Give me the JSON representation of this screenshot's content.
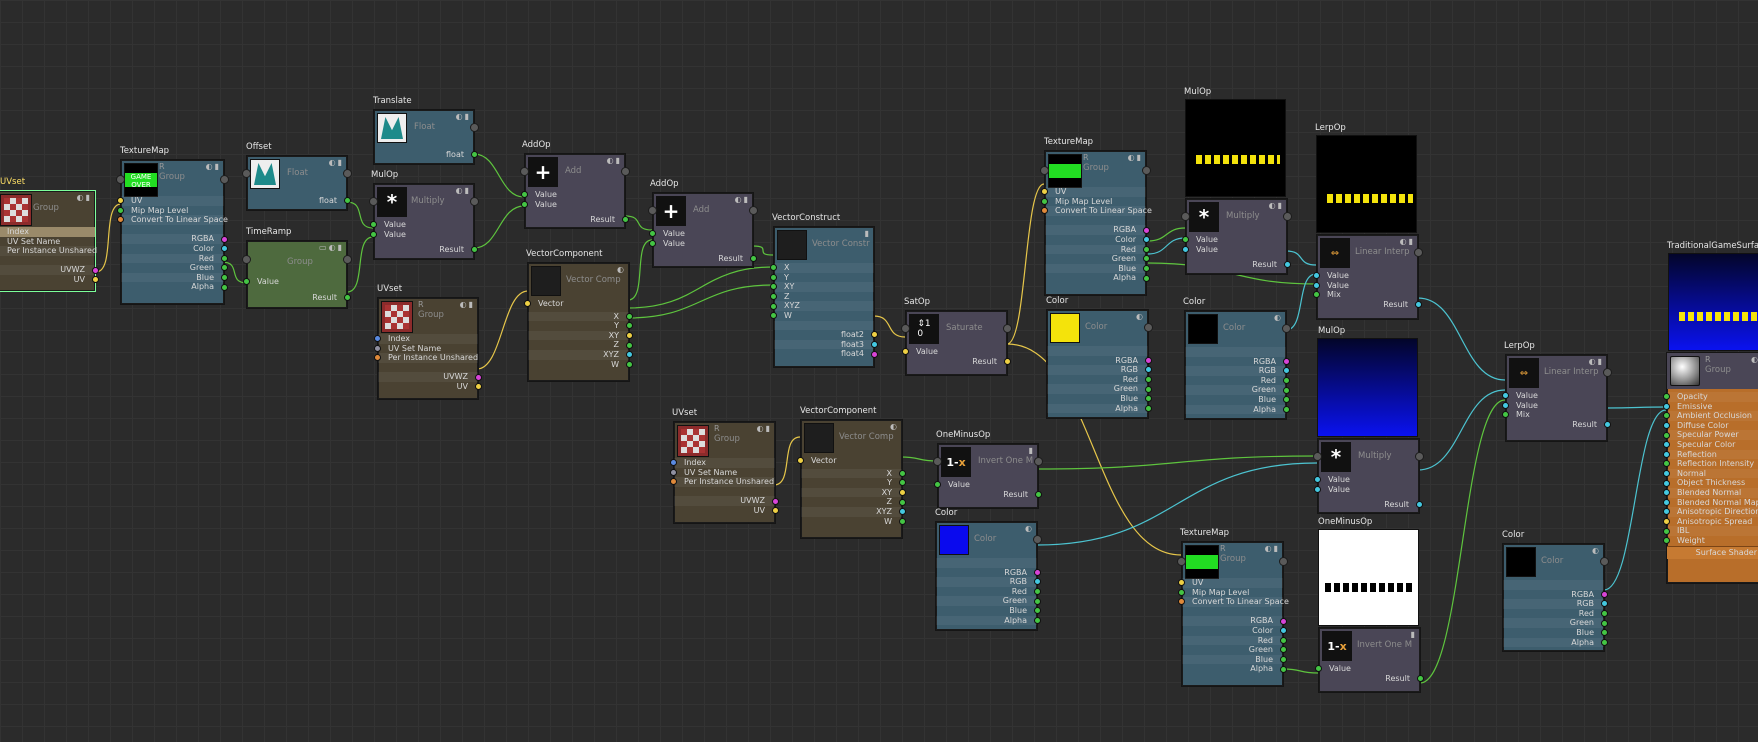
{
  "colors": {
    "teal": "#3d5d6d",
    "brown": "#4a4232",
    "green": "#4e6a3e",
    "purple": "#4a4656",
    "orange": "#b86e2a",
    "port_green": "#44c544",
    "port_yellow": "#eed044",
    "port_magenta": "#d844d8",
    "port_cyan": "#44c8e0",
    "selection": "#7dff9a"
  },
  "nodes": {
    "uvset1": {
      "title": "UVset",
      "header": "Group",
      "rows_in": [
        "Index",
        "UV Set Name",
        "Per Instance Unshared"
      ],
      "rows_out": [
        "UVWZ",
        "UV"
      ]
    },
    "texmap1": {
      "title": "TextureMap",
      "header": "Group",
      "rows_in": [
        "UV",
        "Mip Map Level",
        "Convert To Linear Space"
      ],
      "rows_out": [
        "RGBA",
        "Color",
        "Red",
        "Green",
        "Blue",
        "Alpha"
      ]
    },
    "offset": {
      "title": "Offset",
      "header": "Float",
      "out": "float"
    },
    "timeramp": {
      "title": "TimeRamp",
      "header": "Group",
      "in": "Value",
      "out": "Result"
    },
    "translate": {
      "title": "Translate",
      "header": "Float",
      "out": "float"
    },
    "mulop1": {
      "title": "MulOp",
      "header": "Multiply",
      "rows_in": [
        "Value",
        "Value"
      ],
      "out": "Result"
    },
    "uvset2": {
      "title": "UVset",
      "header": "Group",
      "rows_in": [
        "Index",
        "UV Set Name",
        "Per Instance Unshared"
      ],
      "rows_out": [
        "UVWZ",
        "UV"
      ]
    },
    "addop1": {
      "title": "AddOp",
      "header": "Add",
      "rows_in": [
        "Value",
        "Value"
      ],
      "out": "Result"
    },
    "veccomp1": {
      "title": "VectorComponent",
      "header": "Vector Comp",
      "in": "Vector",
      "rows_out": [
        "X",
        "Y",
        "XY",
        "Z",
        "XYZ",
        "W"
      ]
    },
    "addop2": {
      "title": "AddOp",
      "header": "Add",
      "rows_in": [
        "Value",
        "Value"
      ],
      "out": "Result"
    },
    "vecconst": {
      "title": "VectorConstruct",
      "header": "Vector Constr",
      "rows_in": [
        "X",
        "Y",
        "XY",
        "Z",
        "XYZ",
        "W"
      ],
      "rows_out": [
        "float2",
        "float3",
        "float4"
      ]
    },
    "satop": {
      "title": "SatOp",
      "header": "Saturate",
      "in": "Value",
      "out": "Result"
    },
    "uvset3": {
      "title": "UVset",
      "header": "Group",
      "rows_in": [
        "Index",
        "UV Set Name",
        "Per Instance Unshared"
      ],
      "rows_out": [
        "UVWZ",
        "UV"
      ]
    },
    "veccomp2": {
      "title": "VectorComponent",
      "header": "Vector Comp",
      "in": "Vector",
      "rows_out": [
        "X",
        "Y",
        "XY",
        "Z",
        "XYZ",
        "W"
      ]
    },
    "oneminus1": {
      "title": "OneMinusOp",
      "header": "Invert One M",
      "in": "Value",
      "out": "Result"
    },
    "color_blue": {
      "title": "Color",
      "header": "Color",
      "rows_out": [
        "RGBA",
        "RGB",
        "Red",
        "Green",
        "Blue",
        "Alpha"
      ]
    },
    "texmap2": {
      "title": "TextureMap",
      "header": "Group",
      "rows_in": [
        "UV",
        "Mip Map Level",
        "Convert To Linear Space"
      ],
      "rows_out": [
        "RGBA",
        "Color",
        "Red",
        "Green",
        "Blue",
        "Alpha"
      ]
    },
    "color_yellow": {
      "title": "Color",
      "header": "Color",
      "rows_out": [
        "RGBA",
        "RGB",
        "Red",
        "Green",
        "Blue",
        "Alpha"
      ]
    },
    "mulop2": {
      "title": "MulOp",
      "header": "Multiply",
      "rows_in": [
        "Value",
        "Value"
      ],
      "out": "Result"
    },
    "color_black": {
      "title": "Color",
      "header": "Color",
      "rows_out": [
        "RGBA",
        "RGB",
        "Red",
        "Green",
        "Blue",
        "Alpha"
      ]
    },
    "texmap3": {
      "title": "TextureMap",
      "header": "Group",
      "rows_in": [
        "UV",
        "Mip Map Level",
        "Convert To Linear Space"
      ],
      "rows_out": [
        "RGBA",
        "Color",
        "Red",
        "Green",
        "Blue",
        "Alpha"
      ]
    },
    "lerp1": {
      "title": "LerpOp",
      "header": "Linear Interp",
      "rows_in": [
        "Value",
        "Value",
        "Mix"
      ],
      "out": "Result"
    },
    "mulop3": {
      "title": "MulOp",
      "header": "Multiply",
      "rows_in": [
        "Value",
        "Value"
      ],
      "out": "Result"
    },
    "oneminus2": {
      "title": "OneMinusOp",
      "header": "Invert One M",
      "in": "Value",
      "out": "Result"
    },
    "lerp2": {
      "title": "LerpOp",
      "header": "Linear Interp",
      "rows_in": [
        "Value",
        "Value",
        "Mix"
      ],
      "out": "Result"
    },
    "color_black2": {
      "title": "Color",
      "header": "Color",
      "rows_out": [
        "RGBA",
        "RGB",
        "Red",
        "Green",
        "Blue",
        "Alpha"
      ]
    },
    "surface": {
      "title": "TraditionalGameSurface",
      "header": "Group",
      "rows_in": [
        "Opacity",
        "Emissive",
        "Ambient Occlusion",
        "Diffuse Color",
        "Specular Power",
        "Specular Color",
        "Reflection",
        "Reflection Intensity",
        "Normal",
        "Object Thickness",
        "Blended Normal",
        "Blended Normal Map",
        "Anisotropic Direction",
        "Anisotropic Spread",
        "IBL",
        "Weight"
      ],
      "footer": "Surface Shader"
    }
  },
  "misc": {
    "r_mark": "R",
    "tex_thumb_text": "GAME OVER"
  }
}
